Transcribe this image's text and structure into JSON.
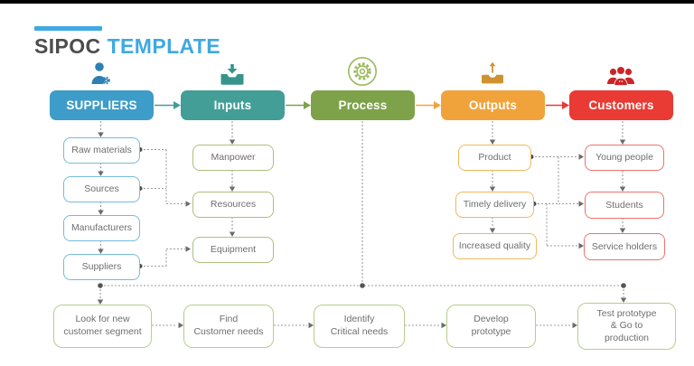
{
  "title": {
    "word1": "SIPOC",
    "word2": "TEMPLATE"
  },
  "palette": {
    "title_accent": "#3FA9E1",
    "title_dark": "#4D4D4F",
    "suppliers": "#3E9CC9",
    "inputs": "#429E97",
    "process": "#7EA24A",
    "outputs": "#F1A33B",
    "customers": "#E93A33",
    "node_text": "#6E6E6E",
    "connector": "#9B9B9B"
  },
  "columns": [
    {
      "label": "SUPPLIERS",
      "icon": "person-gear-icon",
      "items": [
        "Raw materials",
        "Sources",
        "Manufacturers",
        "Suppliers"
      ]
    },
    {
      "label": "Inputs",
      "icon": "inbox-arrow-icon",
      "items": [
        "Manpower",
        "Resources",
        "Equipment"
      ]
    },
    {
      "label": "Process",
      "icon": "gear-circle-icon",
      "items": []
    },
    {
      "label": "Outputs",
      "icon": "tray-up-arrow-icon",
      "items": [
        "Product",
        "Timely delivery",
        "Increased quality"
      ]
    },
    {
      "label": "Customers",
      "icon": "people-group-icon",
      "items": [
        "Young people",
        "Students",
        "Service holders"
      ]
    }
  ],
  "process_steps": [
    {
      "lines": [
        "Look for new",
        "customer segment"
      ]
    },
    {
      "lines": [
        "Find",
        "Customer needs"
      ]
    },
    {
      "lines": [
        "Identify",
        "Critical needs"
      ]
    },
    {
      "lines": [
        "Develop",
        "prototype"
      ]
    },
    {
      "lines": [
        "Test prototype",
        "& Go to",
        "production"
      ]
    }
  ]
}
